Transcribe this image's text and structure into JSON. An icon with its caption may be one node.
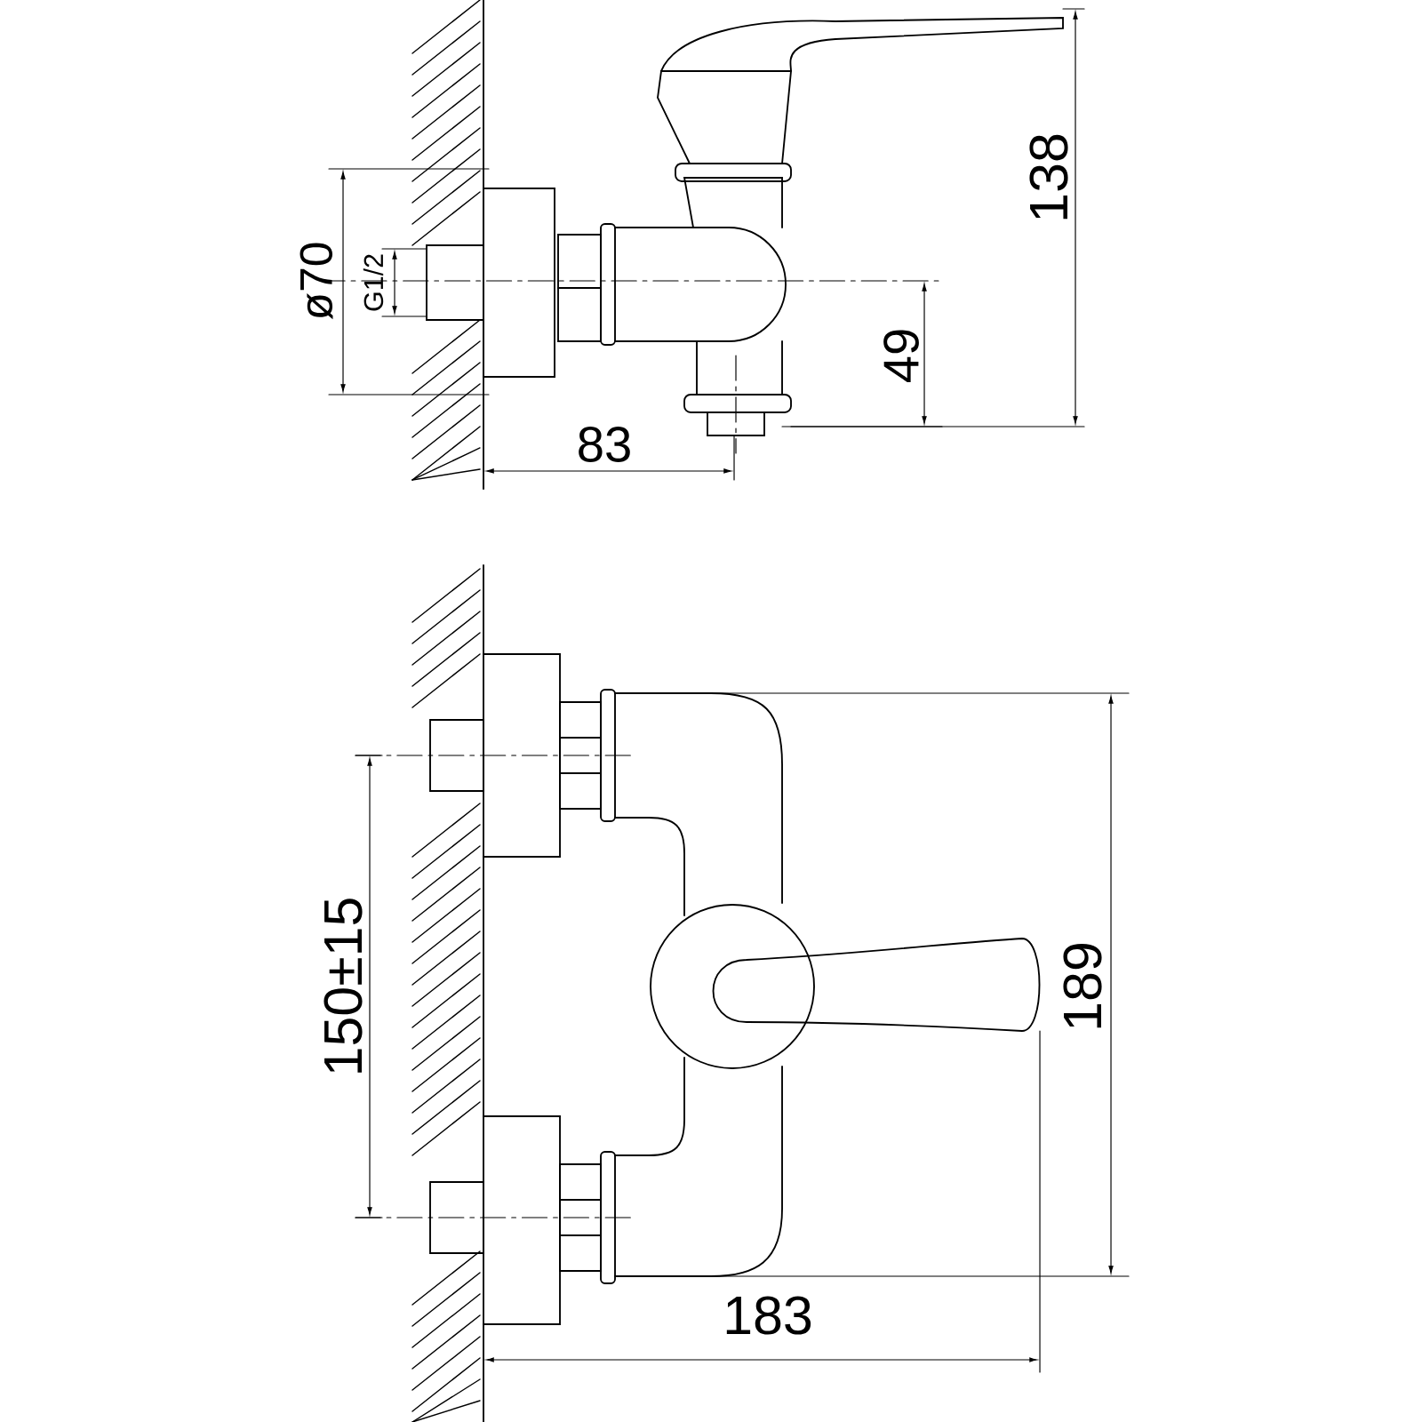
{
  "diagram": {
    "labels": [
      "138",
      "ø70",
      "G1/2",
      "49",
      "83",
      "150±15",
      "189",
      "183"
    ]
  }
}
